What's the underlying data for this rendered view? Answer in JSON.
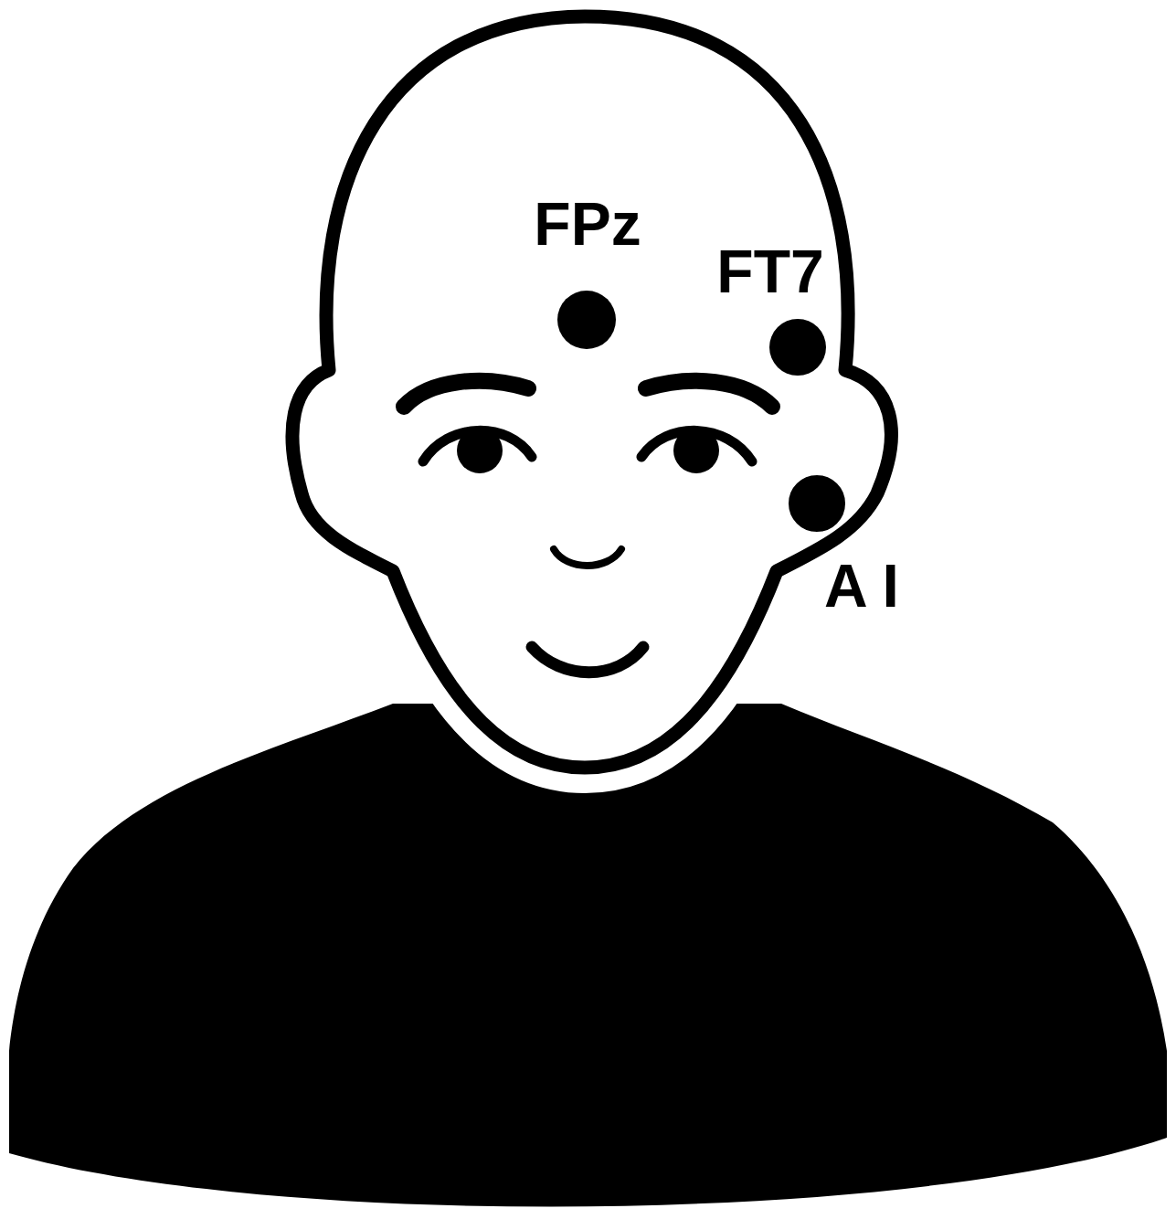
{
  "diagram": {
    "labels": [
      "FPz",
      "FT7",
      "A I"
    ]
  }
}
